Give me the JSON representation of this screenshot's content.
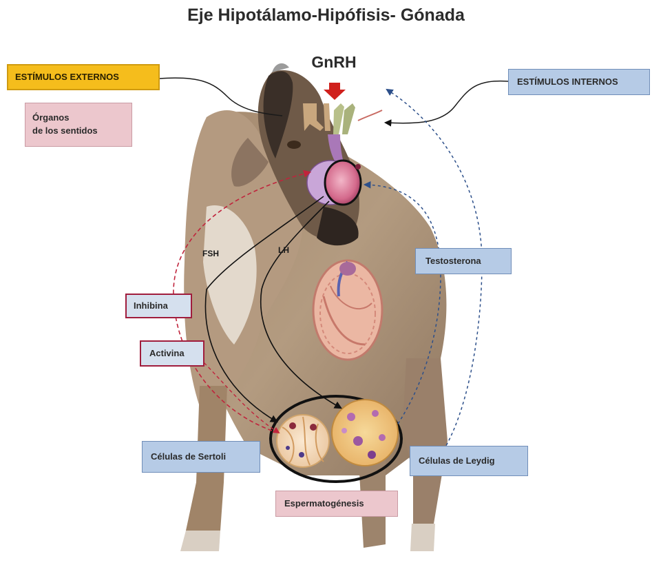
{
  "title": "Eje Hipotálamo-Hipófisis- Gónada",
  "gnrh": "GnRH",
  "labels": {
    "estimulos_externos": "ESTÍMULOS EXTERNOS",
    "estimulos_internos": "ESTÍMULOS INTERNOS",
    "organos_line1": "Órganos",
    "organos_line2": "de los sentidos",
    "testosterona": "Testosterona",
    "inhibina": "Inhibina",
    "activina": "Activina",
    "celulas_sertoli": "Células de Sertoli",
    "celulas_leydig": "Células de Leydig",
    "espermatogenesis": "Espermatogénesis",
    "fsh": "FSH",
    "lh": "LH"
  },
  "colors": {
    "external_box": "#f5bd1c",
    "blue_box": "#b6cbe6",
    "pink_box": "#ecc7cd",
    "feedback_red": "#c0243c",
    "feedback_blue": "#2c4f8a",
    "pathway_black": "#111111"
  }
}
